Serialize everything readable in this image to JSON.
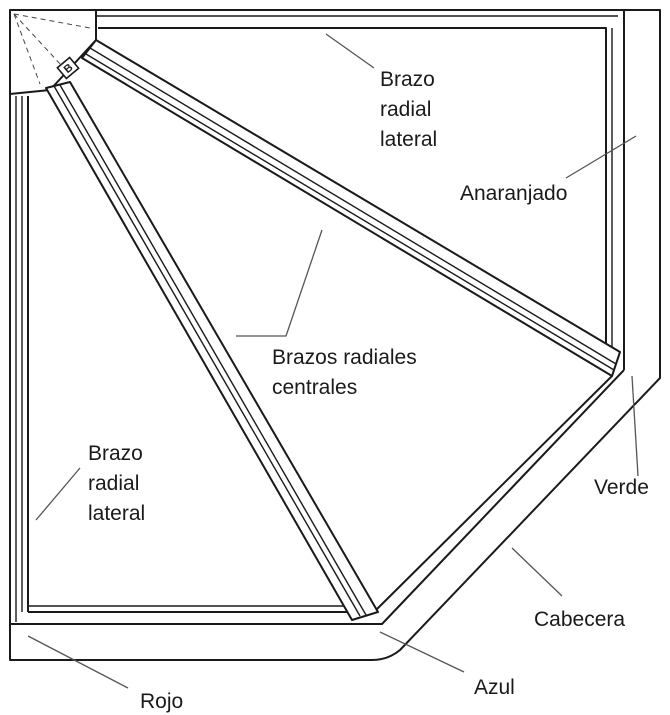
{
  "labels": {
    "brazo_lateral_top": [
      "Brazo",
      "radial",
      "lateral"
    ],
    "anaranjado": "Anaranjado",
    "centrales": [
      "Brazos radiales",
      "centrales"
    ],
    "brazo_lateral_left": [
      "Brazo",
      "radial",
      "lateral"
    ],
    "verde": "Verde",
    "cabecera": "Cabecera",
    "azul": "Azul",
    "rojo": "Rojo"
  },
  "hub_mark": "B"
}
